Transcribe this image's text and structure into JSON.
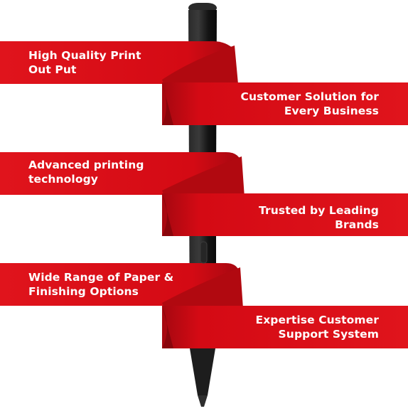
{
  "colors": {
    "ribbon": "#d40a14",
    "ribbon_dark": "#8a050b",
    "pen": "#1a1a1a",
    "text": "#ffffff",
    "background": "#ffffff"
  },
  "features": [
    {
      "side": "left",
      "lines": [
        "High Quality Print",
        "Out Put"
      ]
    },
    {
      "side": "right",
      "lines": [
        "Customer Solution for",
        "Every Business"
      ]
    },
    {
      "side": "left",
      "lines": [
        "Advanced printing",
        "technology"
      ]
    },
    {
      "side": "right",
      "lines": [
        "Trusted by Leading",
        "Brands"
      ]
    },
    {
      "side": "left",
      "lines": [
        "Wide Range of Paper &",
        "Finishing Options"
      ]
    },
    {
      "side": "right",
      "lines": [
        "Expertise Customer",
        "Support System"
      ]
    }
  ]
}
